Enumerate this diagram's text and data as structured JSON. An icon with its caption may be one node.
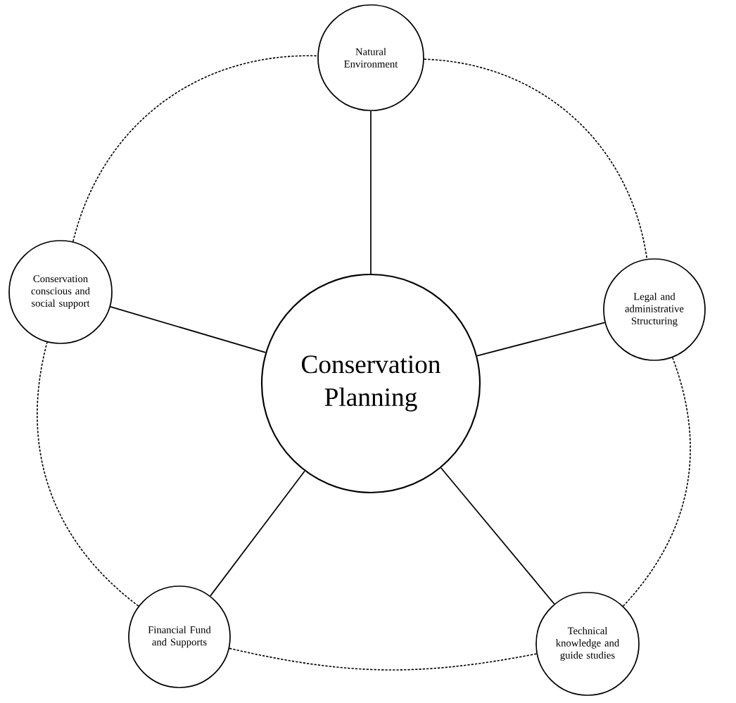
{
  "diagram": {
    "nodes": [
      {
        "text": [
          "Natural Environment"
        ]
      },
      {
        "text": [
          "Conservation conscious and social support"
        ]
      },
      {
        "text": [
          "Conservation Planning"
        ]
      },
      {
        "text": [
          "Legal and administrative Structuring"
        ]
      },
      {
        "text": [
          "Financial Fund and Supports"
        ]
      },
      {
        "text": [
          "Technical knowledge and guide studies"
        ]
      }
    ],
    "edges": [
      {
        "from": 2,
        "to": 0,
        "arrow": "none"
      },
      {
        "from": 2,
        "to": 1,
        "arrow": "none"
      },
      {
        "from": 2,
        "to": 3,
        "arrow": "none"
      },
      {
        "from": 2,
        "to": 4,
        "arrow": "none"
      },
      {
        "from": 2,
        "to": 5,
        "arrow": "none"
      },
      {
        "from": 0,
        "to": 3,
        "arrow": "none",
        "style": "dashed"
      },
      {
        "from": 3,
        "to": 5,
        "arrow": "none",
        "style": "dashed"
      },
      {
        "from": 5,
        "to": 4,
        "arrow": "none",
        "style": "dashed"
      },
      {
        "from": 4,
        "to": 1,
        "arrow": "none",
        "style": "dashed"
      },
      {
        "from": 1,
        "to": 0,
        "arrow": "none",
        "style": "dashed"
      }
    ]
  }
}
